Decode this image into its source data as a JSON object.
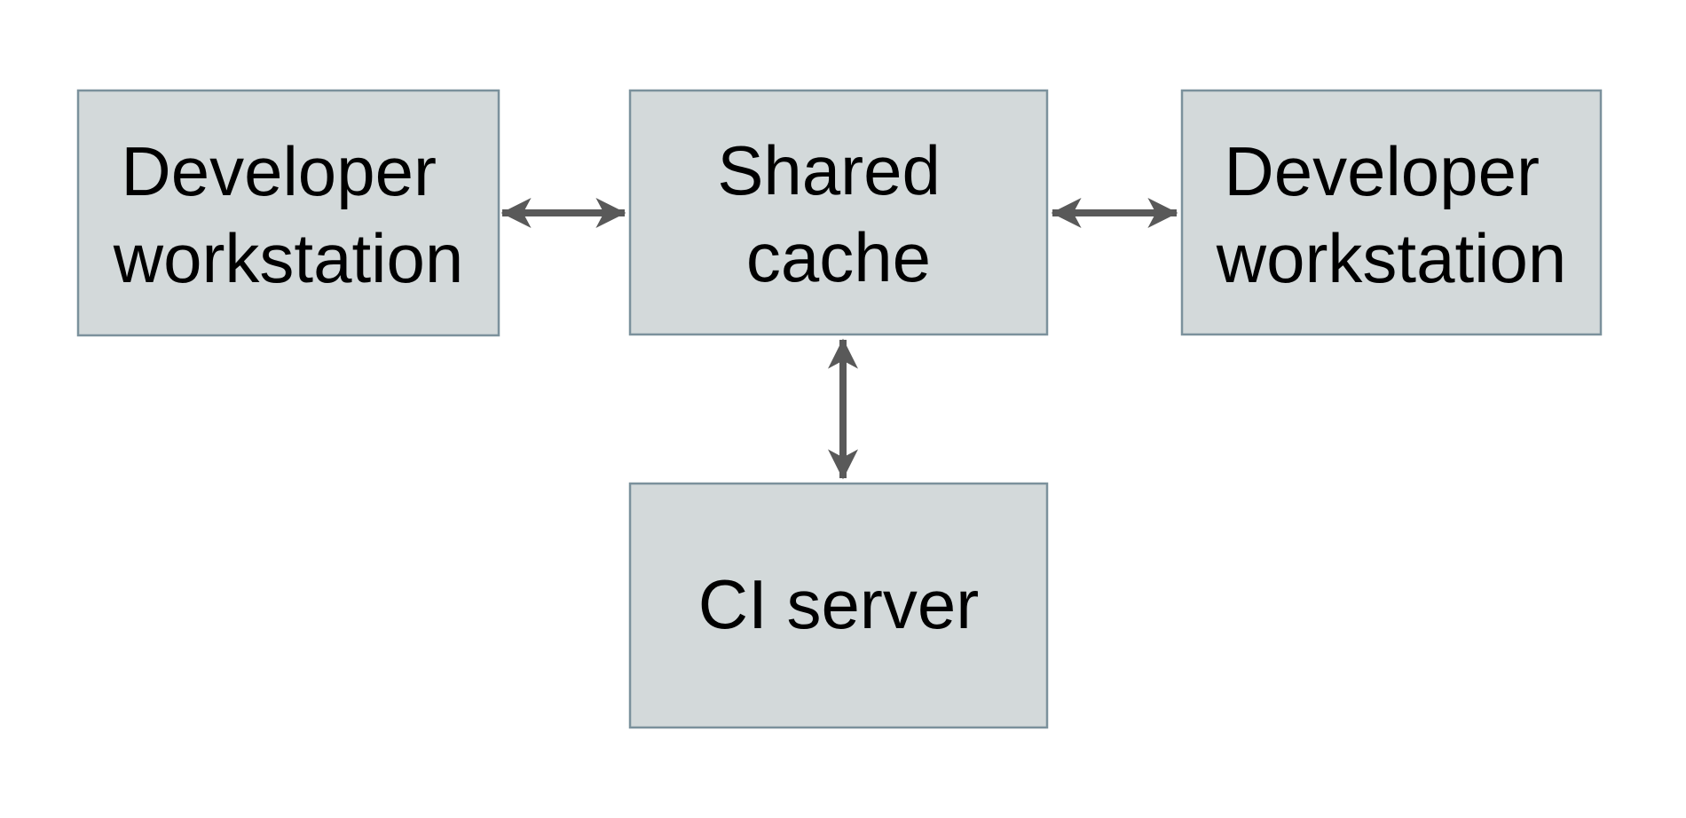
{
  "diagram": {
    "colors": {
      "background": "#ffffff",
      "node_fill": "#d3d9da",
      "node_border": "#7b919c",
      "arrow": "#595959",
      "text": "#000000"
    },
    "nodes": [
      {
        "id": "developer-workstation-left",
        "lines": [
          "Developer",
          "workstation"
        ]
      },
      {
        "id": "shared-cache",
        "lines": [
          "Shared",
          "cache"
        ]
      },
      {
        "id": "developer-workstation-right",
        "lines": [
          "Developer",
          "workstation"
        ]
      },
      {
        "id": "ci-server",
        "lines": [
          "CI server"
        ]
      }
    ],
    "edges": [
      {
        "from": "developer-workstation-left",
        "to": "shared-cache",
        "bidirectional": true
      },
      {
        "from": "shared-cache",
        "to": "developer-workstation-right",
        "bidirectional": true
      },
      {
        "from": "shared-cache",
        "to": "ci-server",
        "bidirectional": true
      }
    ]
  }
}
